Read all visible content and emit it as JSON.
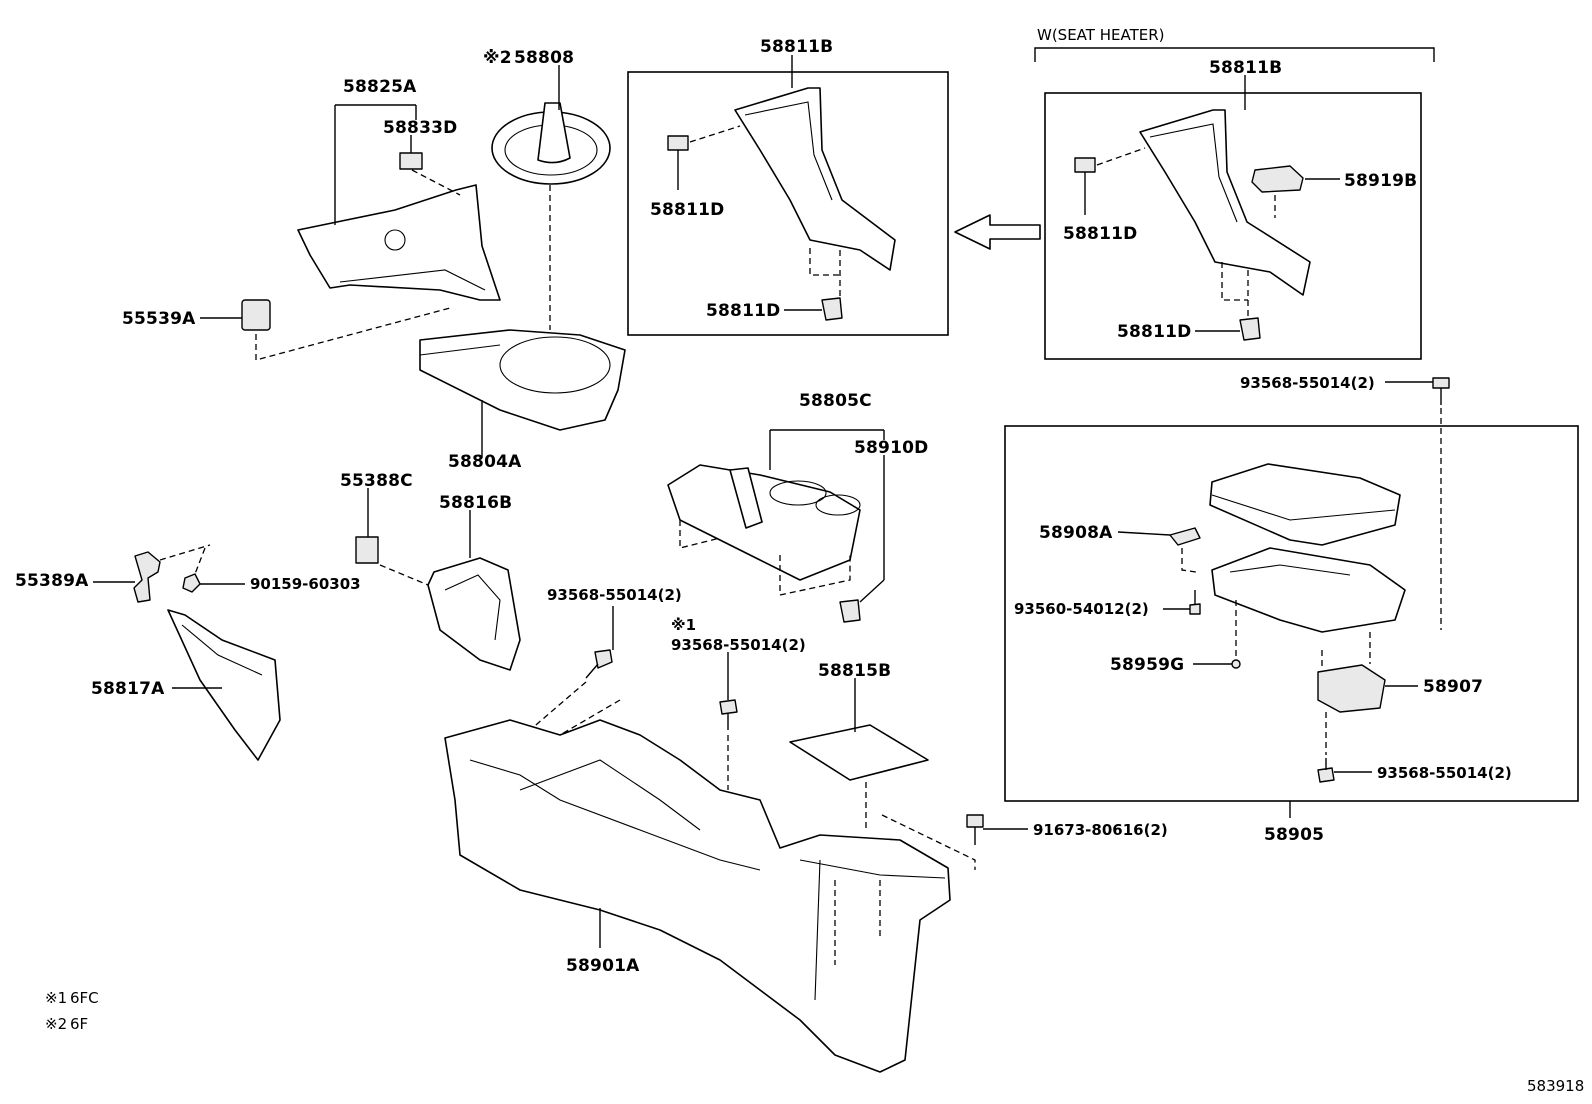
{
  "diagram_id": "583918",
  "group_label": "W(SEAT HEATER)",
  "notes": [
    {
      "mark": "※1",
      "text": "6FC"
    },
    {
      "mark": "※2",
      "text": "6F"
    }
  ],
  "parts": {
    "p58808": "58808",
    "p58808_mark": "※2",
    "p58825A": "58825A",
    "p58833D": "58833D",
    "p55539A": "55539A",
    "p58804A": "58804A",
    "p58811B_left": "58811B",
    "p58811D_left_top": "58811D",
    "p58811D_left_bottom": "58811D",
    "p58811B_right": "58811B",
    "p58811D_right_top": "58811D",
    "p58811D_right_bottom": "58811D",
    "p58919B": "58919B",
    "p93568_top": "93568-55014(2)",
    "p58805C": "58805C",
    "p58910D": "58910D",
    "p55388C": "55388C",
    "p58816B": "58816B",
    "p55389A": "55389A",
    "p90159": "90159-60303",
    "p58817A": "58817A",
    "p93568_left": "93568-55014(2)",
    "p93568_mid": "93568-55014(2)",
    "p93568_mid_mark": "※1",
    "p58815B": "58815B",
    "p58908A": "58908A",
    "p93560": "93560-54012(2)",
    "p58959G": "58959G",
    "p58907": "58907",
    "p93568_bottom": "93568-55014(2)",
    "p58905": "58905",
    "p91673": "91673-80616(2)",
    "p58901A": "58901A"
  }
}
